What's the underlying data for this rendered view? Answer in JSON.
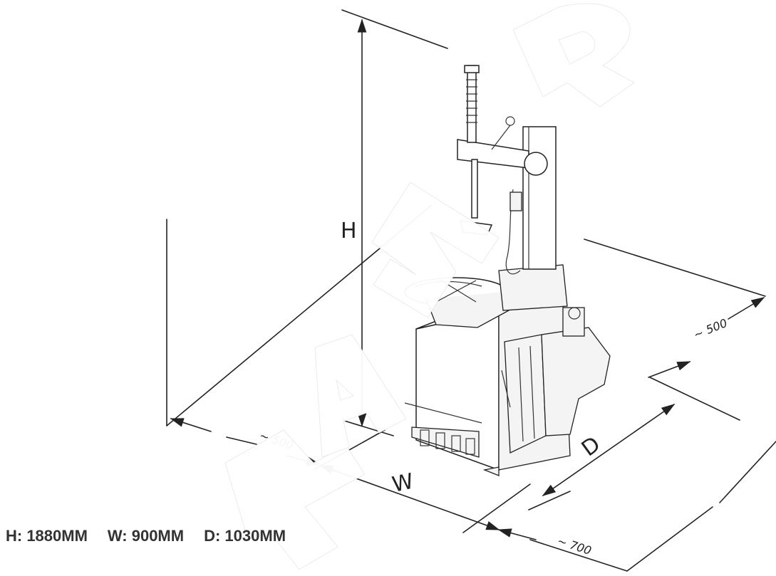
{
  "dimensions": {
    "labels": {
      "height": "H",
      "width": "W",
      "depth": "D",
      "clearance_left": "~ 500",
      "clearance_right": "~ 500",
      "clearance_front": "~ 700"
    }
  },
  "specs": [
    "H: 1880MM",
    "W: 900MM",
    "D: 1030MM"
  ],
  "watermark": "TAZR"
}
